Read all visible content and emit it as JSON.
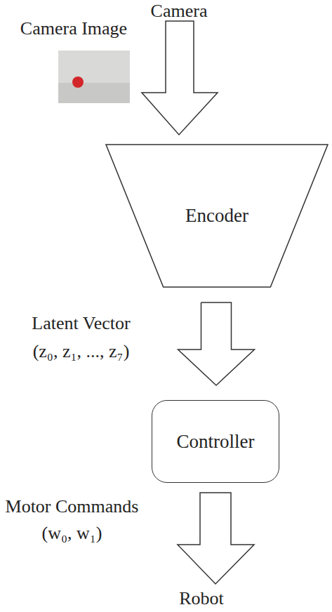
{
  "diagram": {
    "nodes": [
      {
        "text": [
          "Encoder"
        ]
      },
      {
        "text": [
          "Controller"
        ]
      }
    ],
    "edges": [
      {
        "from": 0,
        "to": 1,
        "arrow": "to",
        "label": "Latent Vector (z₀, z₁, ..., z₇)"
      }
    ],
    "labels": [
      "Camera",
      "Camera Image",
      "Motor Commands (w₀, w₁)",
      "Robot"
    ]
  }
}
